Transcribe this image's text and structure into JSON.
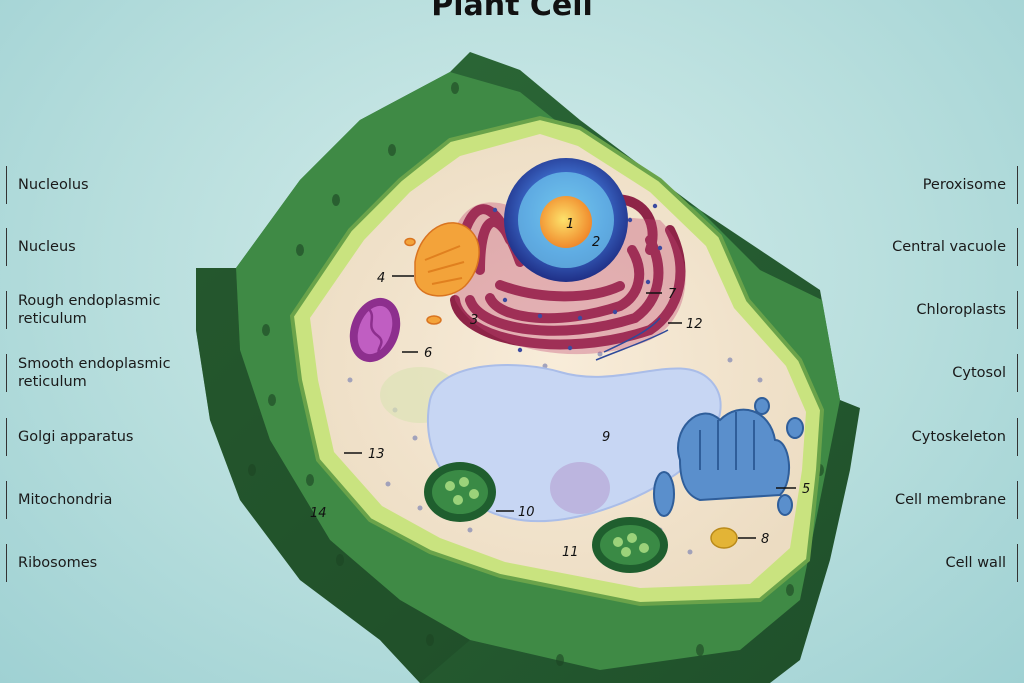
{
  "title": "Plant Cell",
  "legend_left": [
    {
      "label": "Nucleolus"
    },
    {
      "label": "Nucleus"
    },
    {
      "label": "Rough endoplasmic reticulum"
    },
    {
      "label": "Smooth endoplasmic reticulum"
    },
    {
      "label": "Golgi apparatus"
    },
    {
      "label": "Mitochondria"
    },
    {
      "label": "Ribosomes"
    }
  ],
  "legend_right": [
    {
      "label": "Peroxisome"
    },
    {
      "label": "Central vacuole"
    },
    {
      "label": "Chloroplasts"
    },
    {
      "label": "Cytosol"
    },
    {
      "label": "Cytoskeleton"
    },
    {
      "label": "Cell membrane"
    },
    {
      "label": "Cell wall"
    }
  ],
  "numbers": {
    "n1": "1",
    "n2": "2",
    "n3": "3",
    "n4": "4",
    "n5": "5",
    "n6": "6",
    "n7": "7",
    "n8": "8",
    "n9": "9",
    "n10": "10",
    "n11": "11",
    "n12": "12",
    "n13": "13",
    "n14": "14"
  },
  "colors": {
    "cell_wall": "#2f6e3a",
    "membrane": "#c8e27e",
    "cytosol": "#f3e4cf",
    "nucleus": "#2b3f9b",
    "nucleolus": "#f3a93b",
    "rough_er": "#8e2447",
    "golgi": "#4d84c0",
    "mitochondria": "#8d2f8e",
    "vacuole": "#c7d6f3",
    "chloroplast": "#2e7a3d"
  }
}
